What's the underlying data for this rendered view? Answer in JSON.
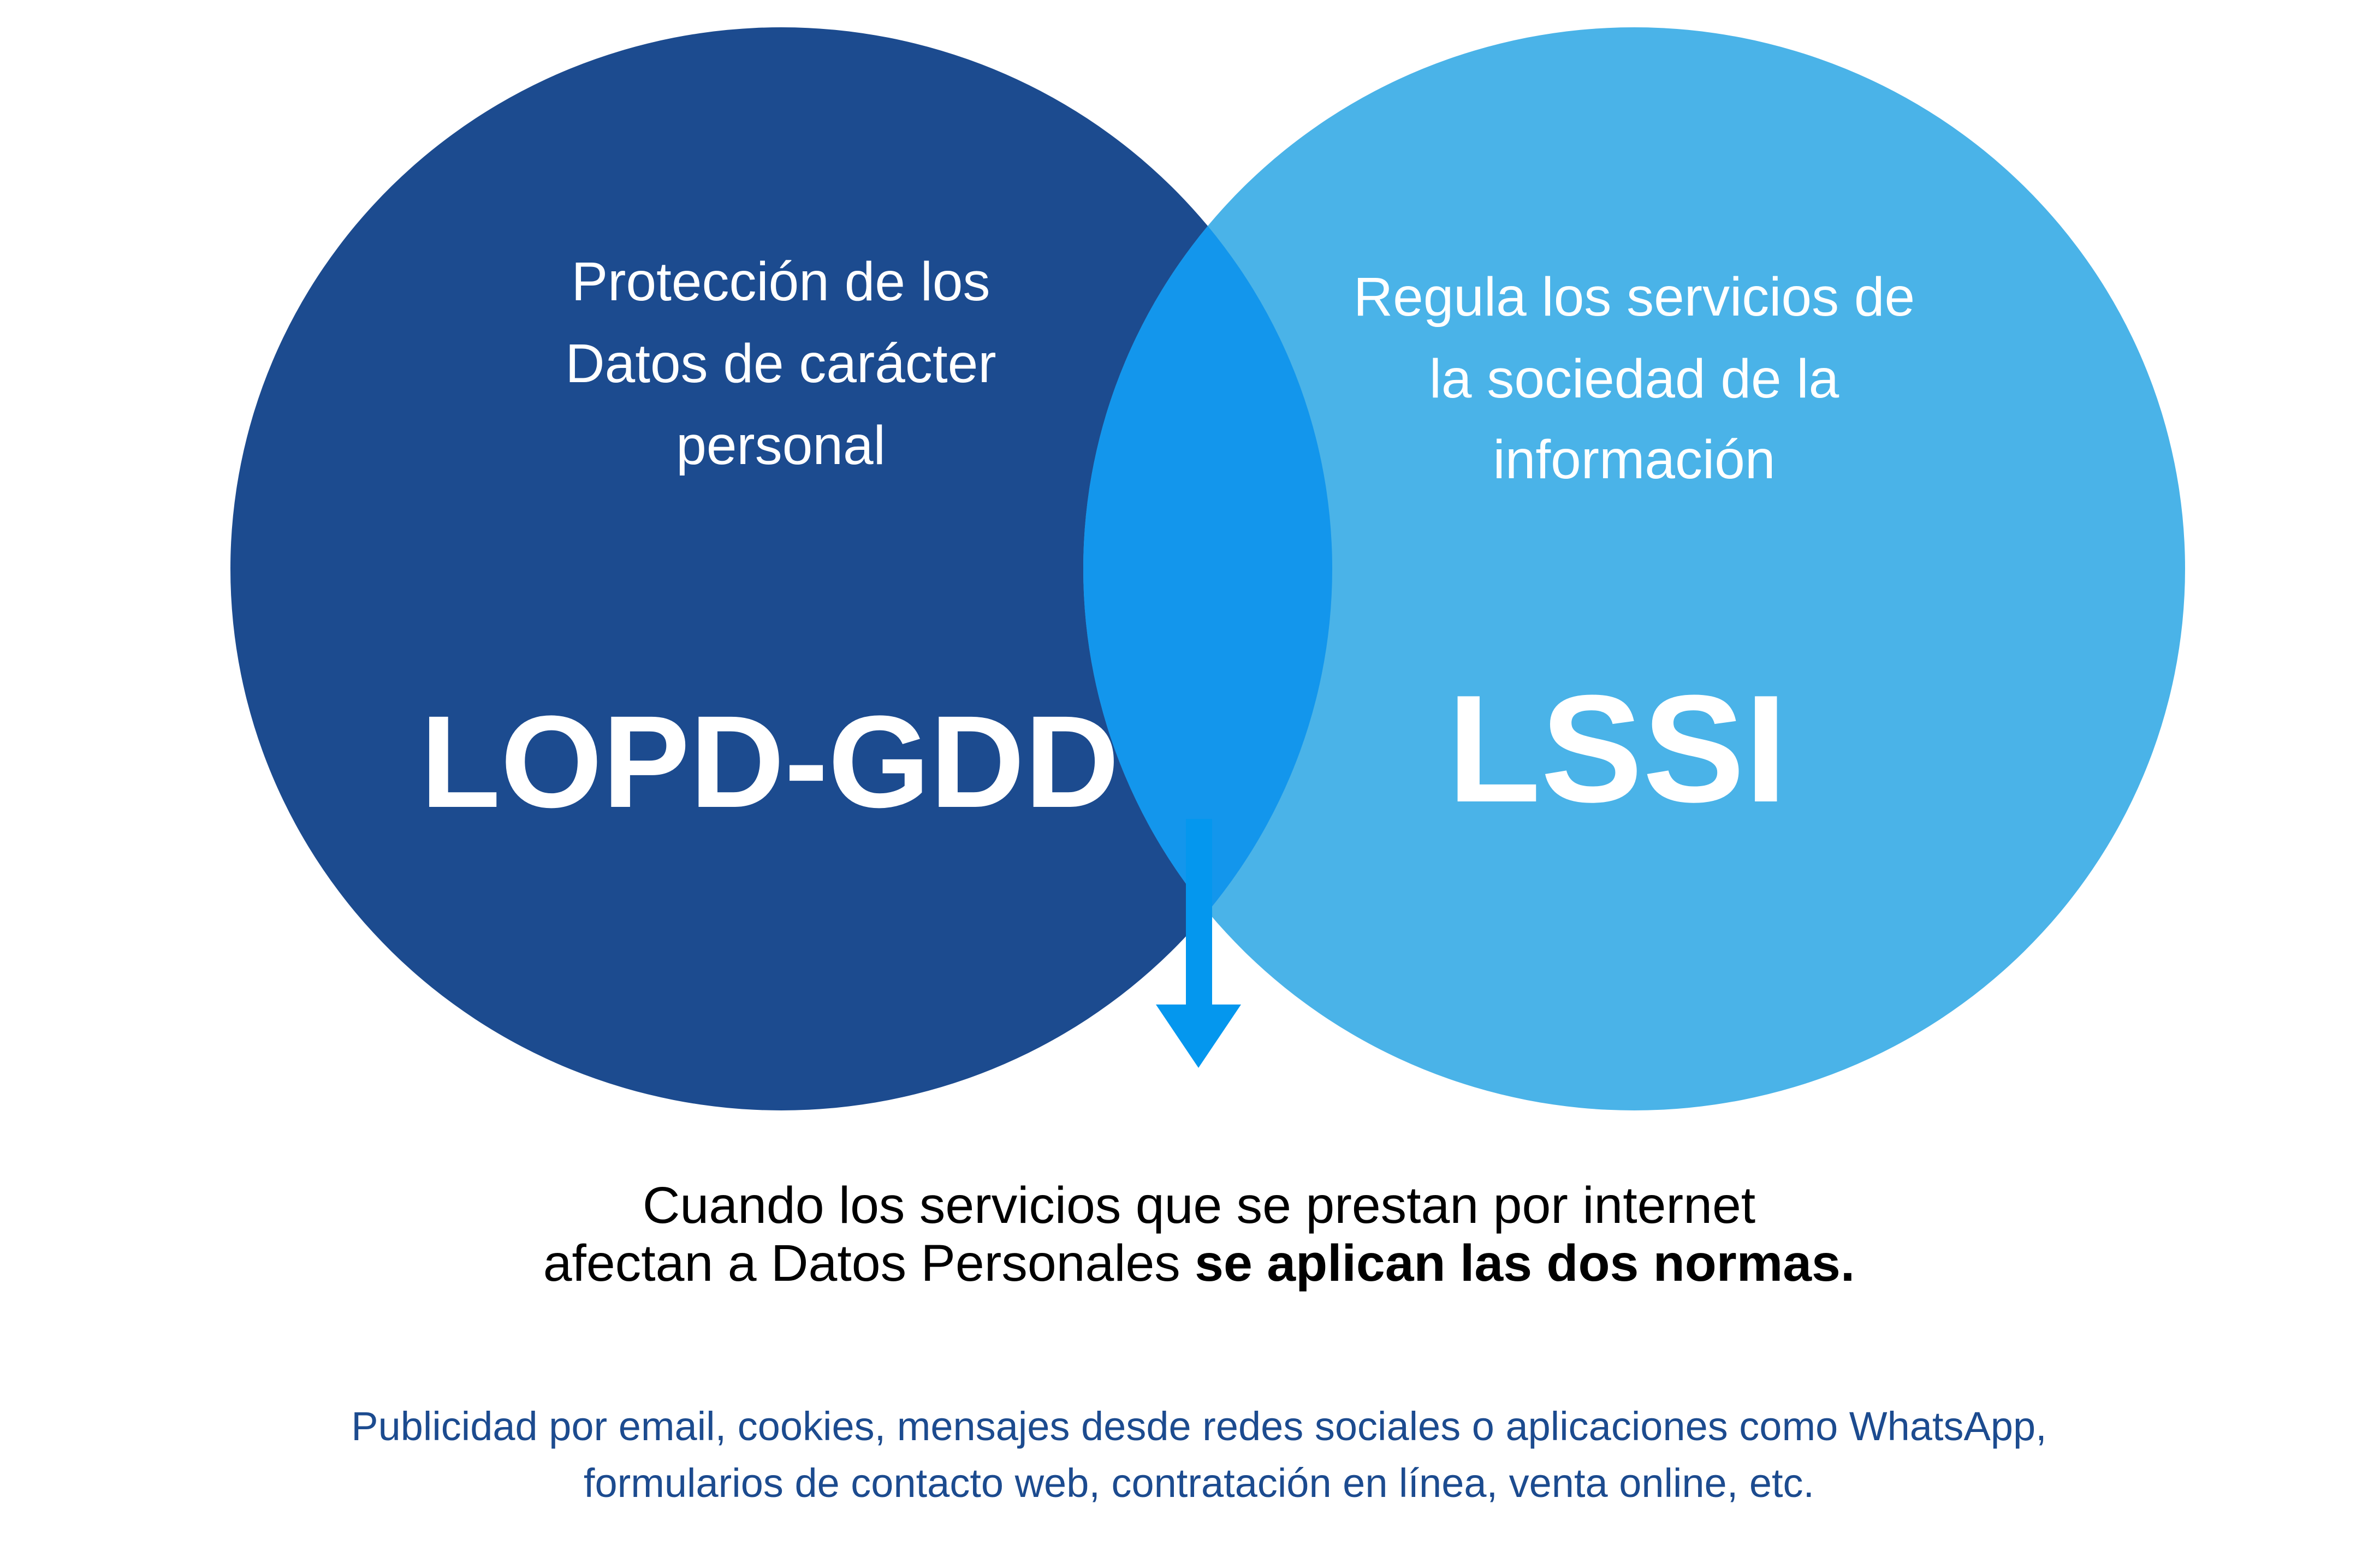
{
  "colors": {
    "left_circle": "#1c4b8f",
    "right_circle": "#4ab3e8",
    "overlap": "#1396ec",
    "arrow": "#0497ee",
    "note": "#1c4b8f",
    "text_dark": "#000000"
  },
  "left": {
    "description": [
      "Protección de los",
      "Datos de carácter",
      "personal"
    ],
    "title": "LOPD-GDD"
  },
  "right": {
    "description": [
      "Regula los servicios de",
      "la sociedad de la",
      "información"
    ],
    "title": "LSSI"
  },
  "conclusion": {
    "line1": "Cuando los servicios que se prestan por internet",
    "line2_normal": "afectan a Datos Personales ",
    "line2_bold": "se aplican las dos normas."
  },
  "examples": {
    "line1": "Publicidad por email, cookies, mensajes desde redes sociales o aplicaciones como WhatsApp,",
    "line2": "formularios de contacto web, contratación en línea, venta online, etc."
  }
}
